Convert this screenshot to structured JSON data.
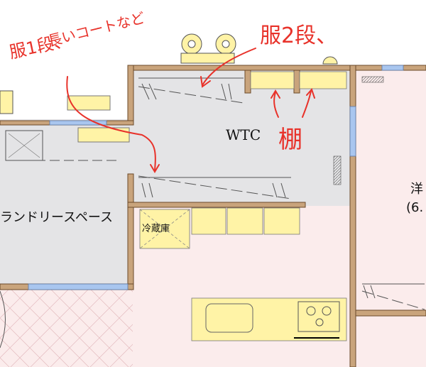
{
  "rooms": {
    "wtc": "WTC",
    "laundry": "ランドリースペース",
    "fridge": "冷蔵庫",
    "western": "洋",
    "western_size": "(6."
  },
  "notes": {
    "clothes_1_line1": "服1段、",
    "clothes_1_line2": "長いコートなど",
    "clothes_2": "服2段、",
    "shelf": "棚"
  },
  "colors": {
    "wall": "#c9a47c",
    "wall_edge": "#6b4a2a",
    "floor_wtc": "#e4e4e6",
    "floor_room": "#fbecec",
    "cabinet": "#fff3a6",
    "annotation": "#e8322a",
    "window": "#a9c6ef"
  },
  "icons": [
    "washer-icon",
    "dryer-icon",
    "sink-icon",
    "stove-icon",
    "light-icon"
  ]
}
